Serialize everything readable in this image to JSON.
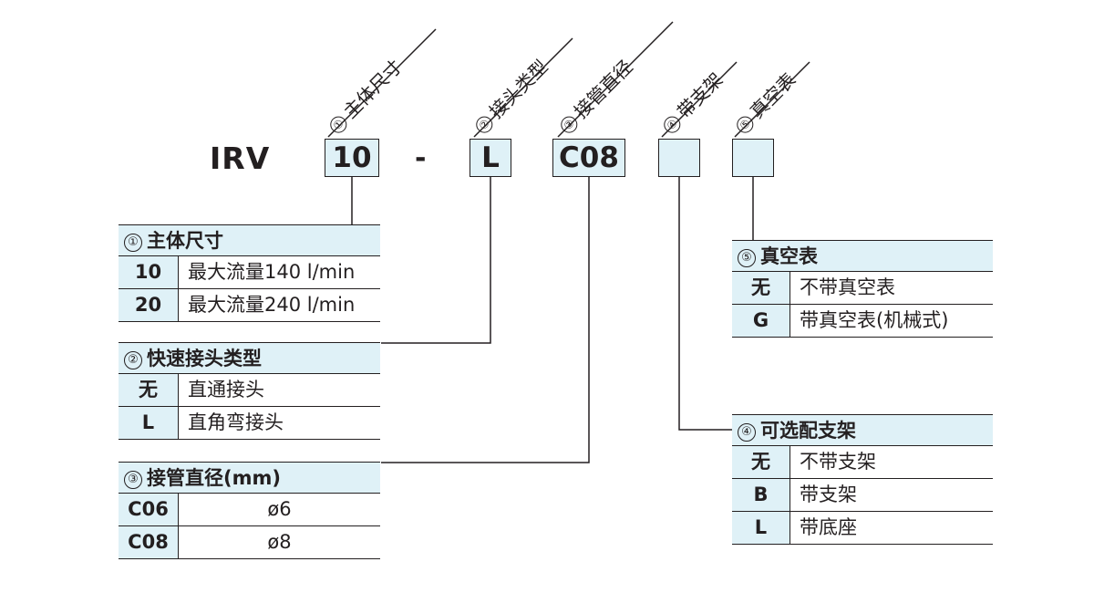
{
  "model": {
    "prefix": "IRV",
    "separator": "-",
    "codes": [
      {
        "id": "size",
        "value": "10"
      },
      {
        "id": "fitting",
        "value": "L"
      },
      {
        "id": "tube",
        "value": "C08"
      },
      {
        "id": "bracket",
        "value": ""
      },
      {
        "id": "gauge",
        "value": ""
      }
    ]
  },
  "diagonal_labels": [
    {
      "num": "①",
      "text": "主体尺寸"
    },
    {
      "num": "②",
      "text": "接头类型"
    },
    {
      "num": "③",
      "text": "接管直径"
    },
    {
      "num": "④",
      "text": "带支架"
    },
    {
      "num": "⑤",
      "text": "真空表"
    }
  ],
  "tables": {
    "body_size": {
      "num": "①",
      "title": "主体尺寸",
      "rows": [
        {
          "key": "10",
          "value": "最大流量140 l/min"
        },
        {
          "key": "20",
          "value": "最大流量240 l/min"
        }
      ]
    },
    "fitting_type": {
      "num": "②",
      "title": "快速接头类型",
      "rows": [
        {
          "key": "无",
          "value": "直通接头"
        },
        {
          "key": "L",
          "value": "直角弯接头"
        }
      ]
    },
    "tube_diameter": {
      "num": "③",
      "title": "接管直径(mm)",
      "rows": [
        {
          "key": "C06",
          "value": "ø6"
        },
        {
          "key": "C08",
          "value": "ø8"
        }
      ]
    },
    "vacuum_gauge": {
      "num": "⑤",
      "title": "真空表",
      "rows": [
        {
          "key": "无",
          "value": "不带真空表"
        },
        {
          "key": "G",
          "value": "带真空表(机械式)"
        }
      ]
    },
    "bracket": {
      "num": "④",
      "title": "可选配支架",
      "rows": [
        {
          "key": "无",
          "value": "不带支架"
        },
        {
          "key": "B",
          "value": "带支架"
        },
        {
          "key": "L",
          "value": "带底座"
        }
      ]
    }
  },
  "colors": {
    "accent_fill": "#dff1f7",
    "line": "#231f20"
  }
}
